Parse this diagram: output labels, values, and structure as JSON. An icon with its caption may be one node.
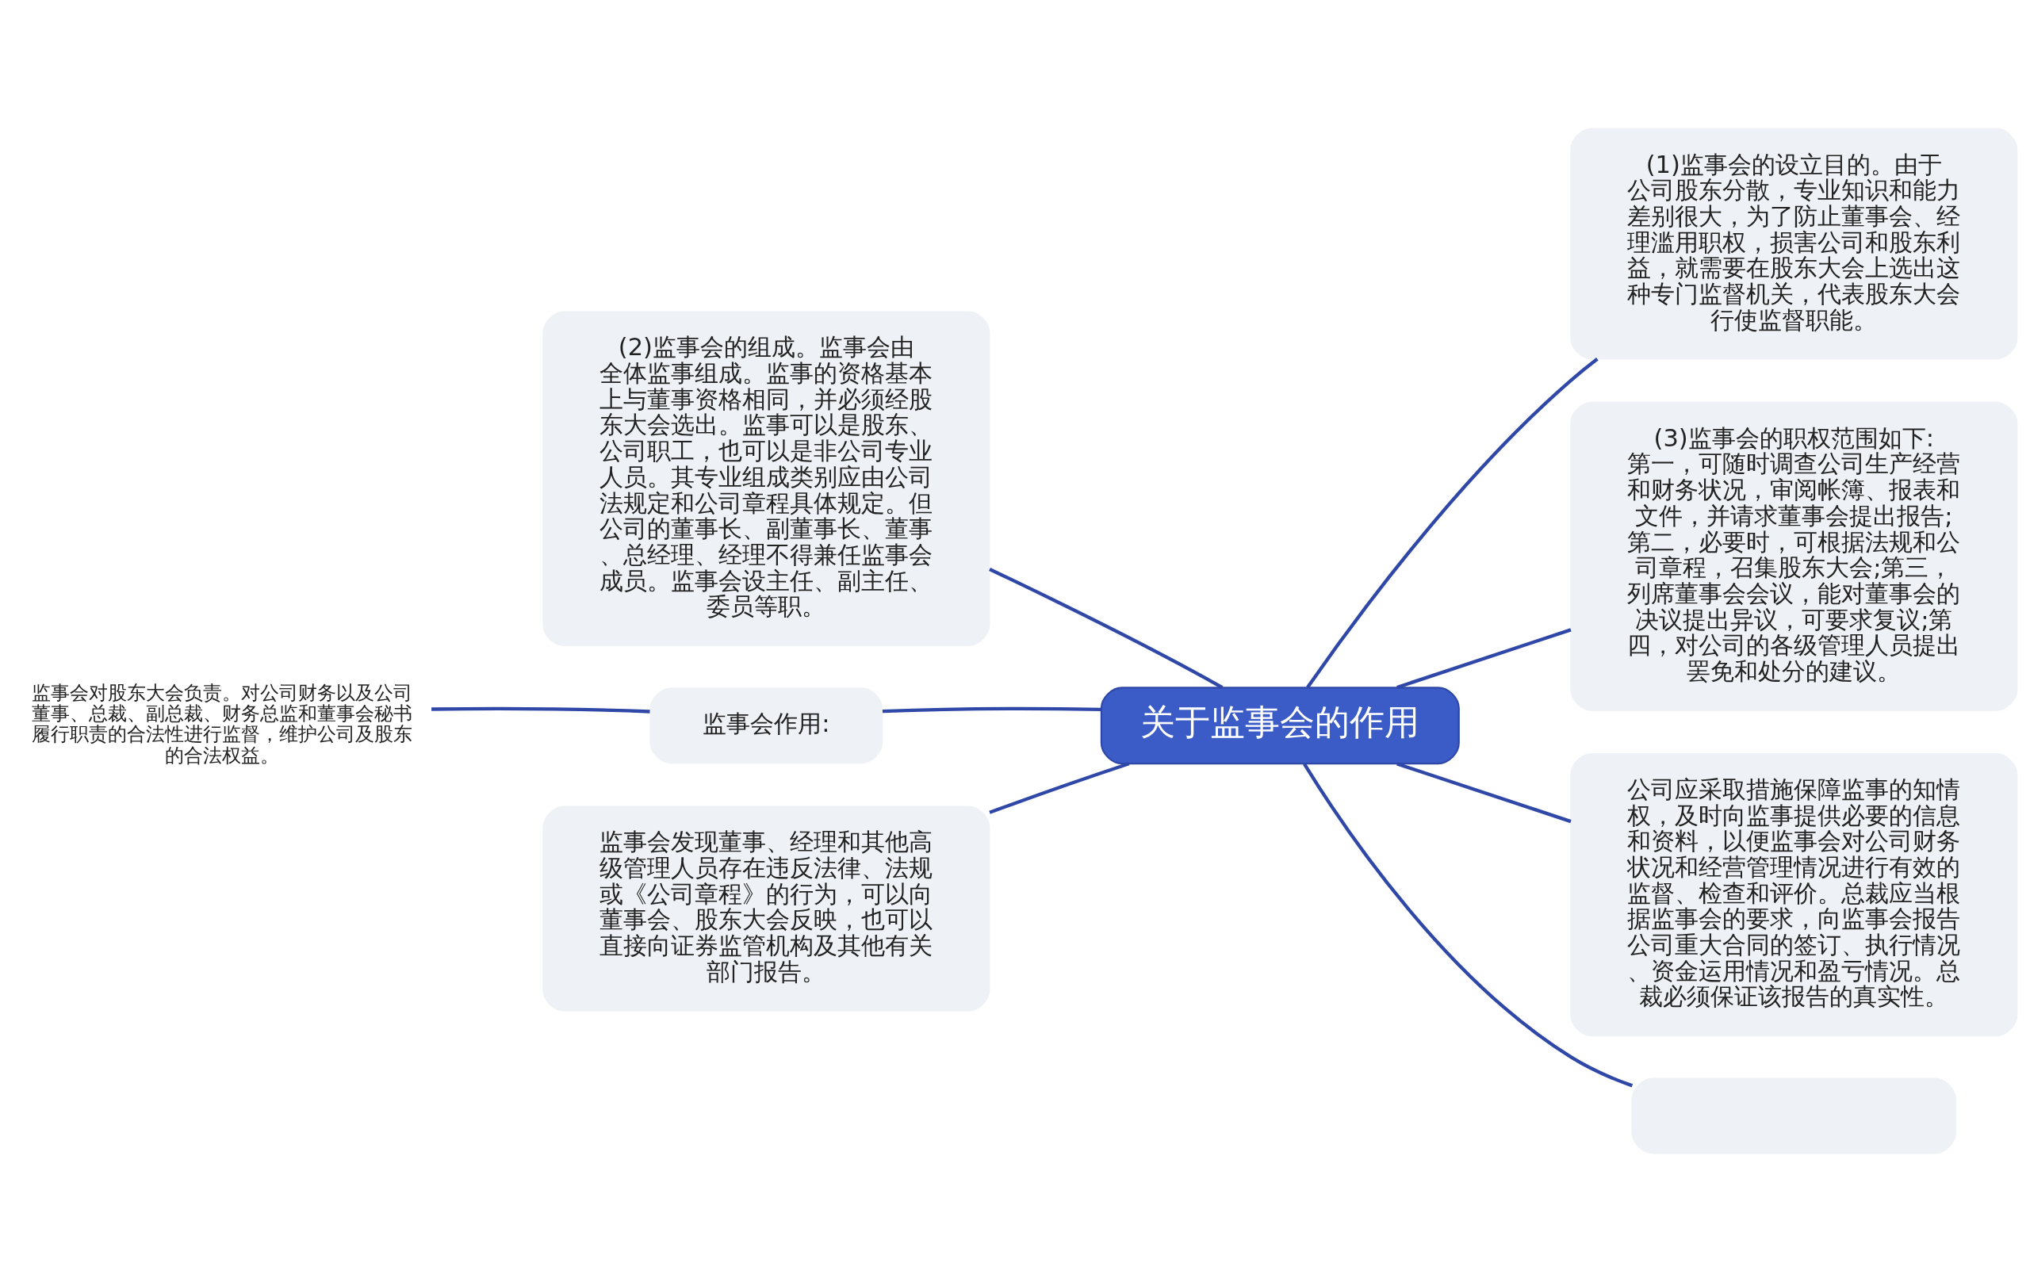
{
  "diagram": {
    "nodes": [
      {
        "text": [
          "关于监事会的作用"
        ]
      },
      {
        "text": [
          "(1)监事会的设立目的。由于公司股东分散，专业知识和能力差别很大，为了防止董事会、经理滥用职权，损害公司和股东利益，就需要在股东大会上选出这种专门监督机关，代表股东大会行使监督职能。"
        ]
      },
      {
        "text": [
          "(3)监事会的职权范围如下:第一，可随时调查公司生产经营和财务状况，审阅帐簿、报表和文件，并请求董事会提出报告;第二，必要时，可根据法规和公司章程，召集股东大会;第三，列席董事会会议，能对董事会的决议提出异议，可要求复议;第四，对公司的各级管理人员提出罢免和处分的建议。"
        ]
      },
      {
        "text": [
          "公司应采取措施保障监事的知情权，及时向监事提供必要的信息和资料，以便监事会对公司财务状况和经营管理情况进行有效的监督、检查和评价。总裁应当根据监事会的要求，向监事会报告公司重大合同的签订、执行情况、资金运用情况和盈亏情况。总裁必须保证该报告的真实性。"
        ]
      },
      {
        "text": [],
        "shape": "box"
      },
      {
        "text": [
          "(2)监事会的组成。监事会由全体监事组成。监事的资格基本上与董事资格相同，并必须经股东大会选出。监事可以是股东、公司职工，也可以是非公司专业人员。其专业组成类别应由公司法规定和公司章程具体规定。但公司的董事长、副董事长、董事、总经理、经理不得兼任监事会成员。监事会设主任、副主任、委员等职。"
        ]
      },
      {
        "text": [
          "监事会作用:"
        ]
      },
      {
        "text": [
          "监事会对股东大会负责。对公司财务以及公司董事、总裁、副总裁、财务总监和董事会秘书履行职责的合法性进行监督，维护公司及股东的合法权益。"
        ]
      },
      {
        "text": [
          "监事会发现董事、经理和其他高级管理人员存在违反法律、法规或《公司章程》的行为，可以向董事会、股东大会反映，也可以直接向证券监管机构及其他有关部门报告。"
        ]
      }
    ],
    "edges": [
      {
        "from": 0,
        "to": 1,
        "arrow": "none"
      },
      {
        "from": 0,
        "to": 2,
        "arrow": "none"
      },
      {
        "from": 0,
        "to": 3,
        "arrow": "none"
      },
      {
        "from": 0,
        "to": 4,
        "arrow": "none"
      },
      {
        "from": 0,
        "to": 5,
        "arrow": "none"
      },
      {
        "from": 0,
        "to": 6,
        "arrow": "none"
      },
      {
        "from": 0,
        "to": 8,
        "arrow": "none"
      },
      {
        "from": 6,
        "to": 7,
        "arrow": "none"
      }
    ]
  }
}
